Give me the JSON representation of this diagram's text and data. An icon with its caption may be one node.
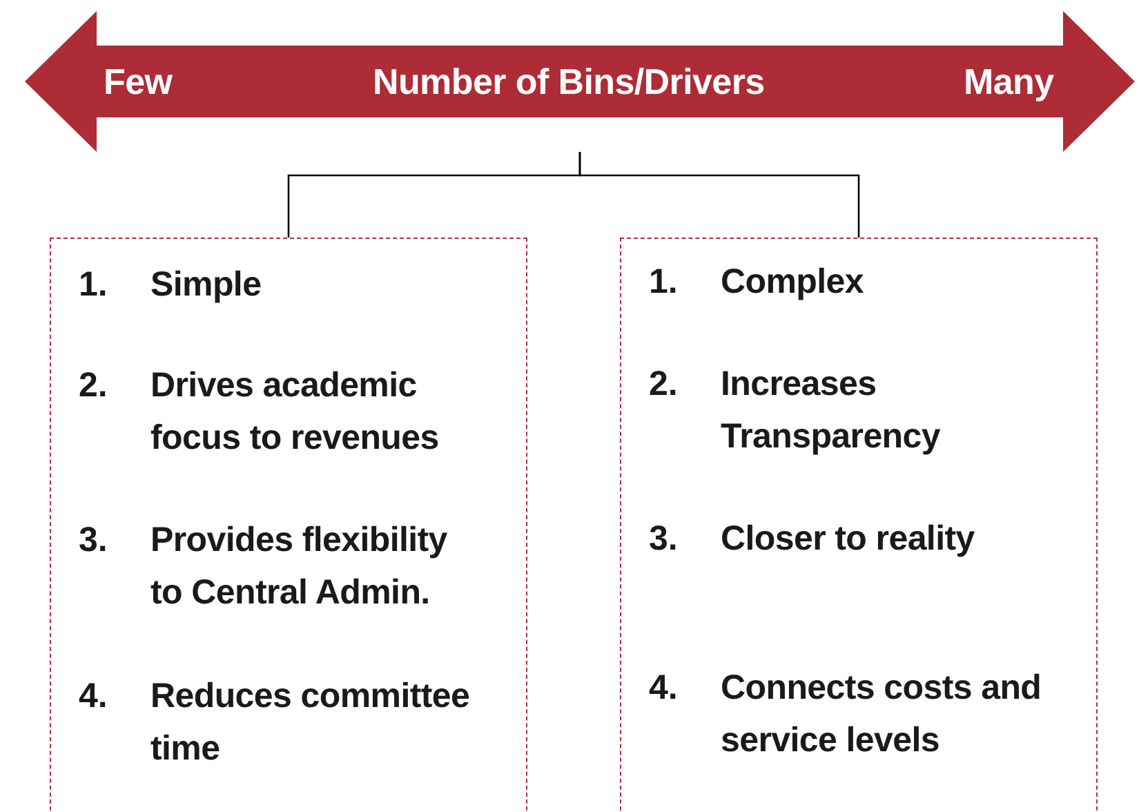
{
  "diagram": {
    "nodes": [
      {
        "text": [
          "Few",
          "Number of Bins/Drivers",
          "Many"
        ]
      },
      {
        "text": [
          "1.",
          "Simple",
          "2.",
          "Drives academic focus to revenues",
          "3.",
          "Provides flexibility to Central Admin.",
          "4.",
          "Reduces committee time"
        ]
      },
      {
        "text": [
          "1.",
          "Complex",
          "2.",
          "Increases Transparency",
          "3.",
          "Closer to reality",
          "4.",
          "Connects costs and service levels"
        ]
      }
    ],
    "edges": [
      {
        "from": 0,
        "to": 1,
        "arrow": "none"
      },
      {
        "from": 0,
        "to": 2,
        "arrow": "none"
      }
    ]
  }
}
